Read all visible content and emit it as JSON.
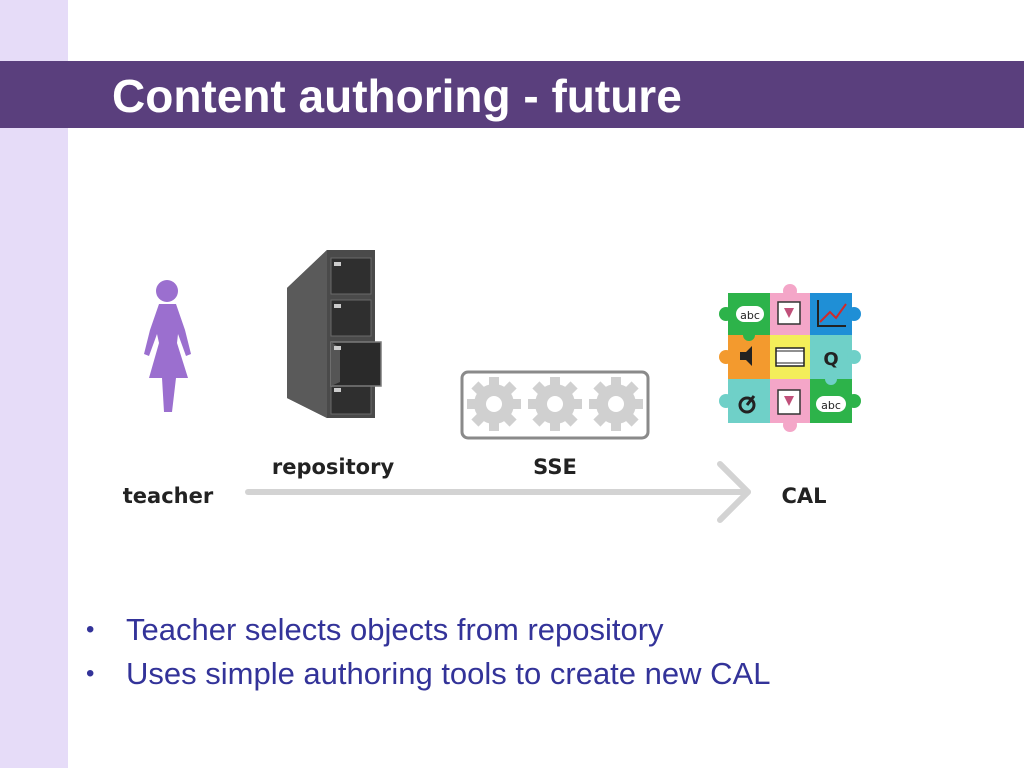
{
  "slide": {
    "title": "Content authoring - future",
    "colors": {
      "title_bar": "#5a3f7d",
      "left_strip": "#e6dcf8",
      "bullet_text": "#333399",
      "teacher": "#9b6fcf",
      "arrow": "#d3d3d3"
    }
  },
  "diagram": {
    "nodes": [
      {
        "id": "teacher",
        "label": "teacher",
        "icon": "teacher-figure-icon"
      },
      {
        "id": "repository",
        "label": "repository",
        "icon": "filing-cabinet-icon"
      },
      {
        "id": "sse",
        "label": "SSE",
        "icon": "gears-icon"
      },
      {
        "id": "cal",
        "label": "CAL",
        "icon": "puzzle-grid-icon"
      }
    ],
    "puzzle_labels": {
      "abc_top": "abc",
      "q": "Q",
      "abc_bottom": "abc"
    }
  },
  "bullets": [
    {
      "text": "Teacher selects objects from repository"
    },
    {
      "text": "Uses simple authoring tools to create new CAL"
    }
  ]
}
